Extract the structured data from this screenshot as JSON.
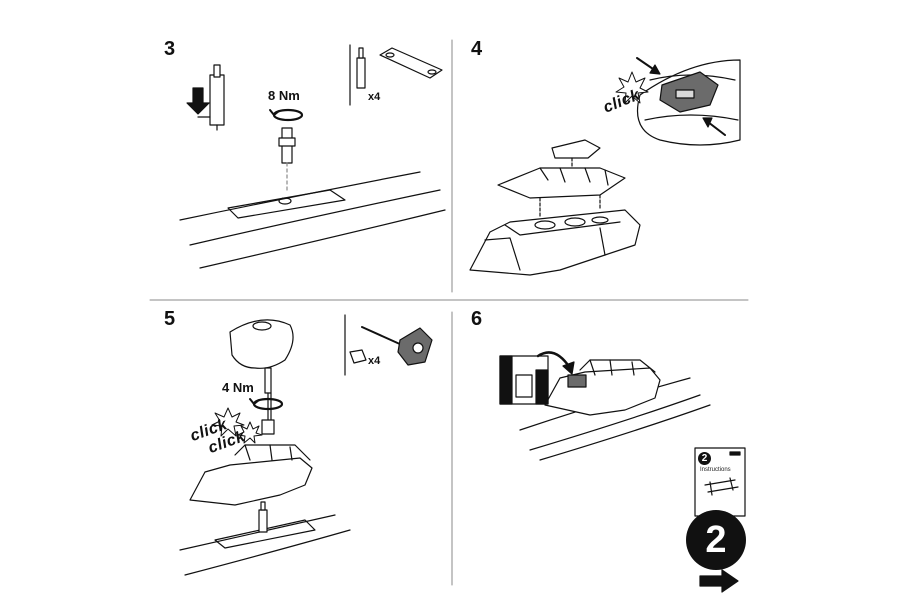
{
  "steps": [
    {
      "number": "3",
      "torque": "8 Nm",
      "quantity": "x4"
    },
    {
      "number": "4",
      "click": "click"
    },
    {
      "number": "5",
      "torque": "4 Nm",
      "quantity": "x4",
      "click_1": "click",
      "click_2": "click"
    },
    {
      "number": "6"
    }
  ],
  "booklet": {
    "number": "2",
    "title": "Instructions"
  },
  "next_badge": "2",
  "colors": {
    "line": "#111111",
    "accent_gray": "#6b6b6b",
    "light_gray": "#d9d9d9"
  },
  "icons": [
    "arrow-down-icon",
    "torque-rotation-icon",
    "arrow-right-icon",
    "click-burst-icon"
  ]
}
